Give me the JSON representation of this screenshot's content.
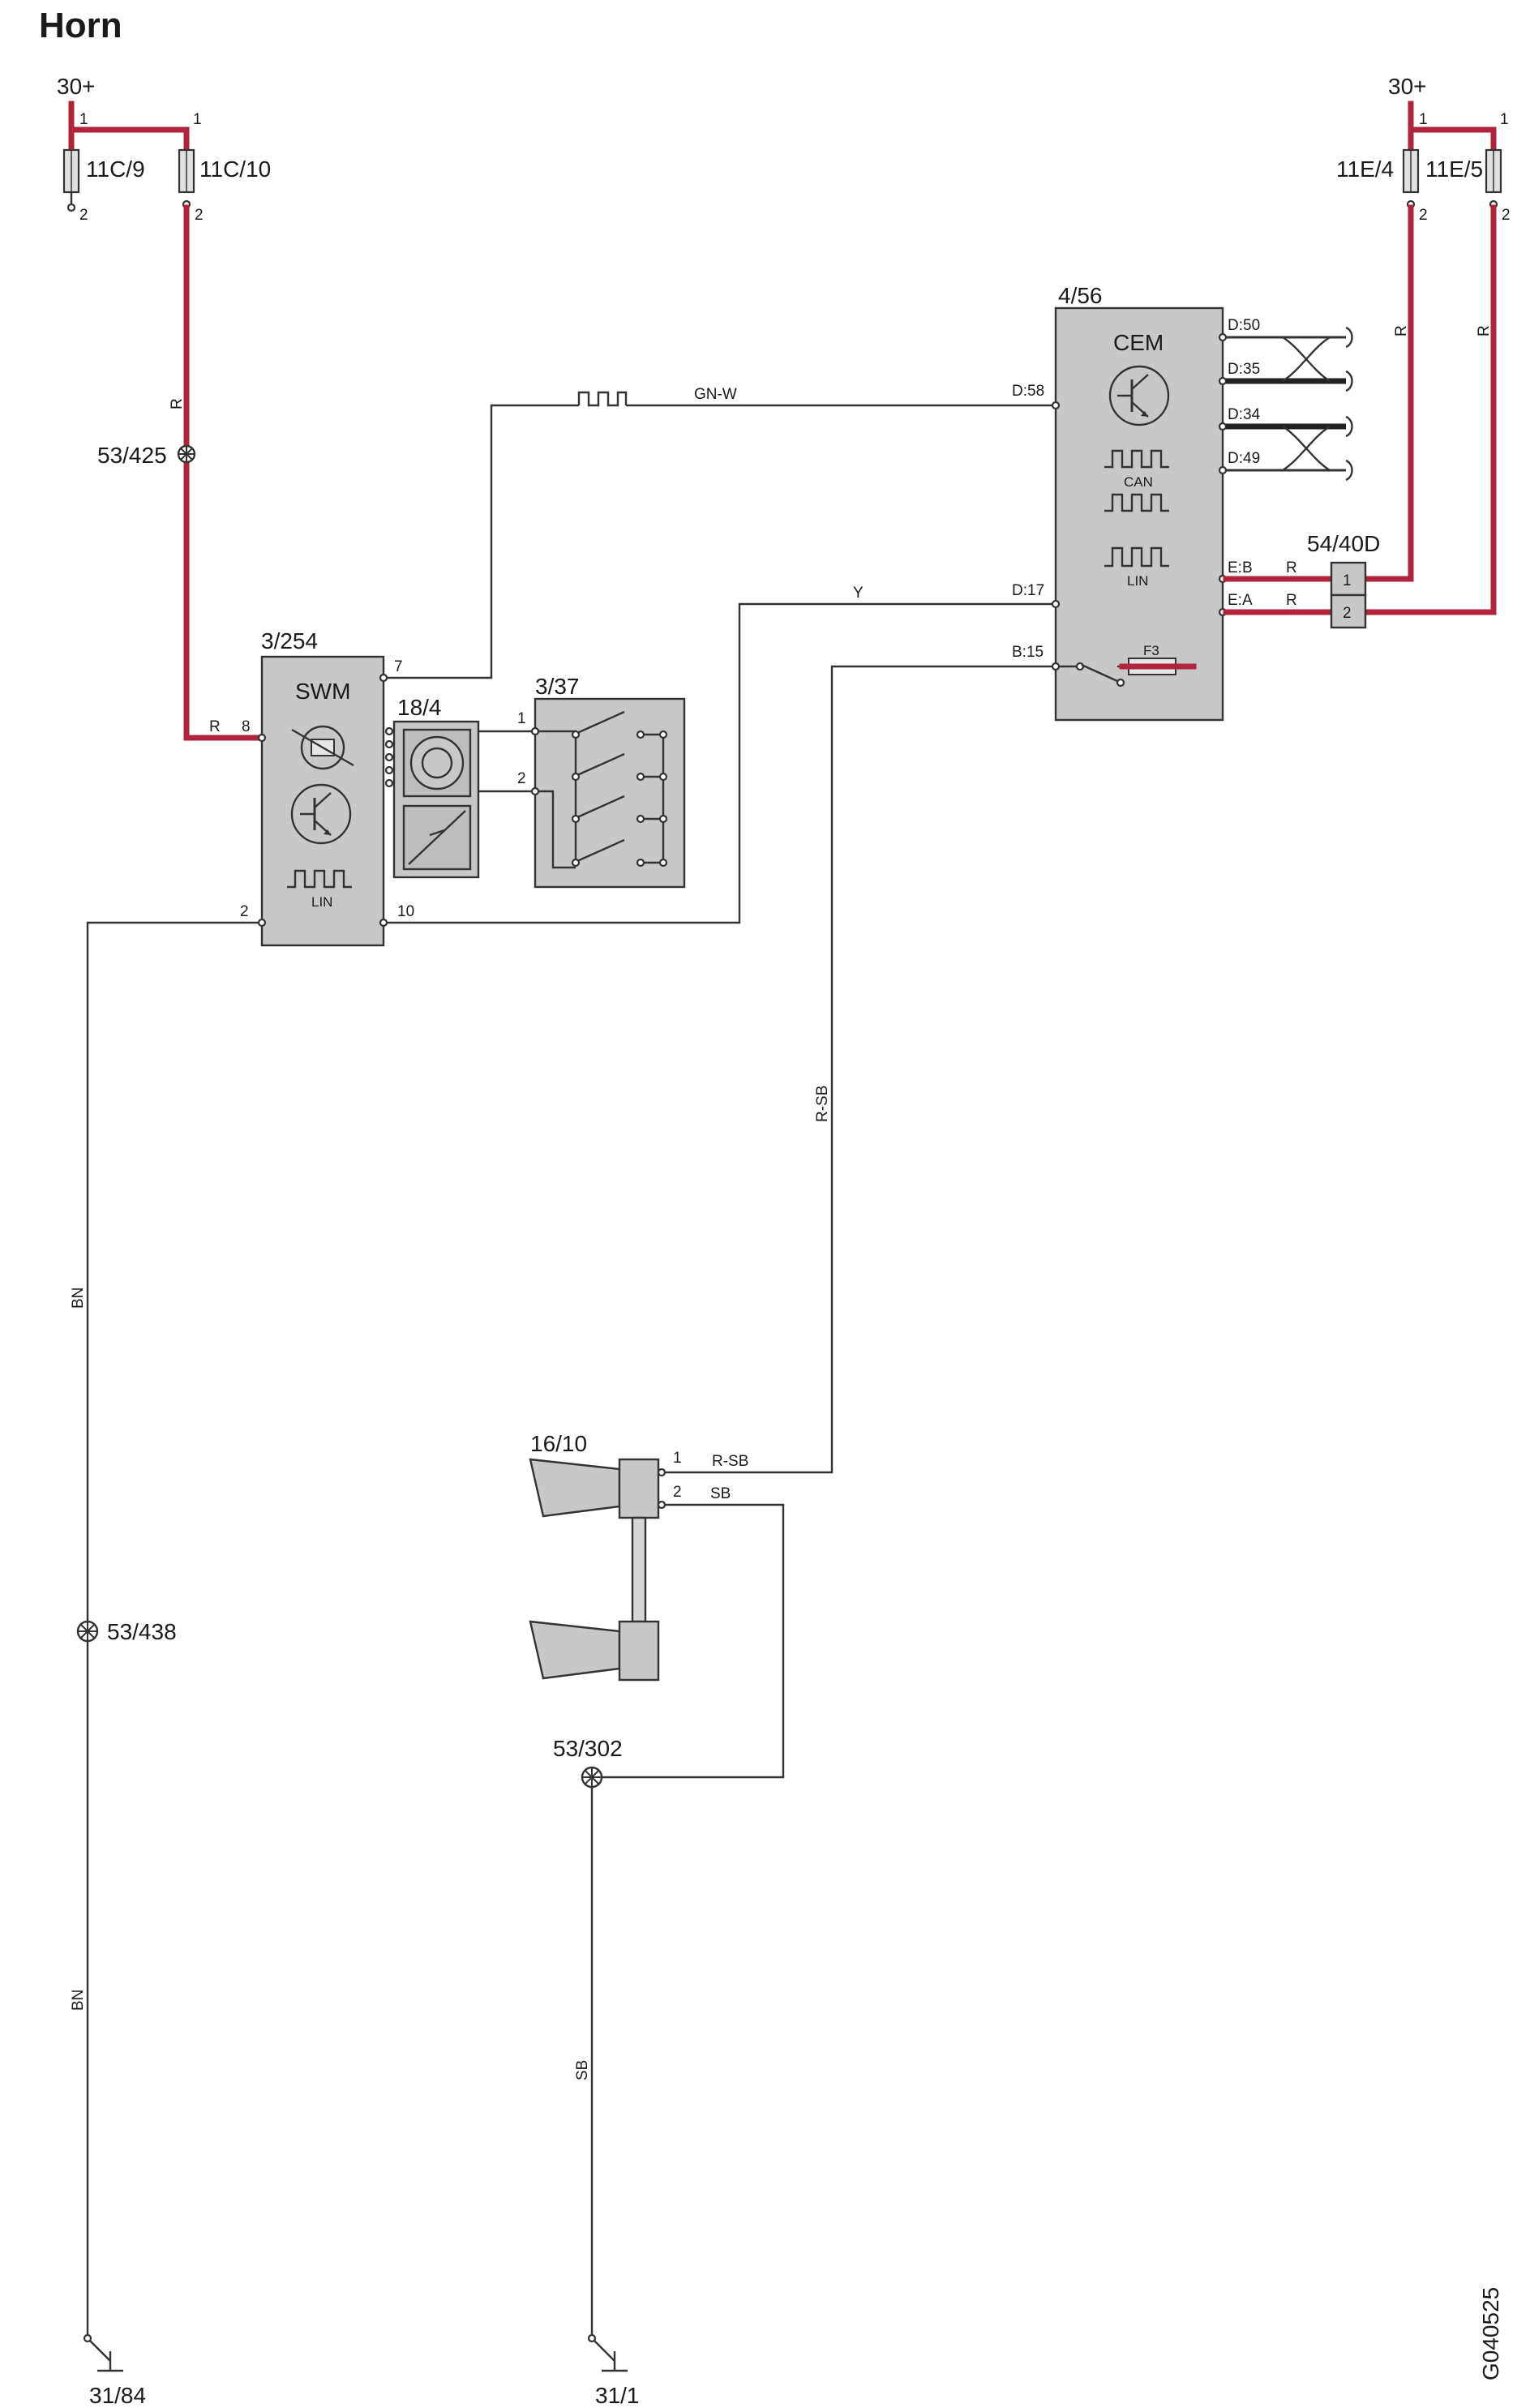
{
  "title": "Horn",
  "image_code": "G040525",
  "colors": {
    "power_wire": "#b0243c",
    "signal_wire": "#333333",
    "component_fill": "#c8c8c8",
    "background": "#ffffff"
  },
  "supplies": {
    "left": "30+",
    "right": "30+"
  },
  "fuses": [
    {
      "id": "11C/9",
      "pin_top": "1",
      "pin_bottom": "2"
    },
    {
      "id": "11C/10",
      "pin_top": "1",
      "pin_bottom": "2"
    },
    {
      "id": "11E/4",
      "pin_top": "1",
      "pin_bottom": "2"
    },
    {
      "id": "11E/5",
      "pin_top": "1",
      "pin_bottom": "2"
    }
  ],
  "splices": [
    "53/425",
    "53/438",
    "53/302"
  ],
  "grounds": [
    "31/84",
    "31/1"
  ],
  "components": {
    "swm": {
      "ref": "3/254",
      "name": "SWM",
      "bus": "LIN",
      "pins": [
        "8",
        "7",
        "2",
        "10"
      ]
    },
    "clock_spring": {
      "ref": "18/4"
    },
    "horn_switch": {
      "ref": "3/37",
      "pins": [
        "1",
        "2"
      ]
    },
    "cem": {
      "ref": "4/56",
      "name": "CEM",
      "buses": [
        "CAN",
        "LIN"
      ],
      "fuse": "F3",
      "pins": [
        "D:50",
        "D:35",
        "D:34",
        "D:49",
        "D:58",
        "D:17",
        "B:15",
        "E:B",
        "E:A"
      ]
    },
    "connector": {
      "ref": "54/40D",
      "pins": [
        "1",
        "2"
      ]
    },
    "horn": {
      "ref": "16/10",
      "pins": [
        "1",
        "2"
      ]
    }
  },
  "wires": {
    "r": "R",
    "gn_w": "GN-W",
    "y": "Y",
    "r_sb": "R-SB",
    "bn": "BN",
    "sb": "SB"
  }
}
